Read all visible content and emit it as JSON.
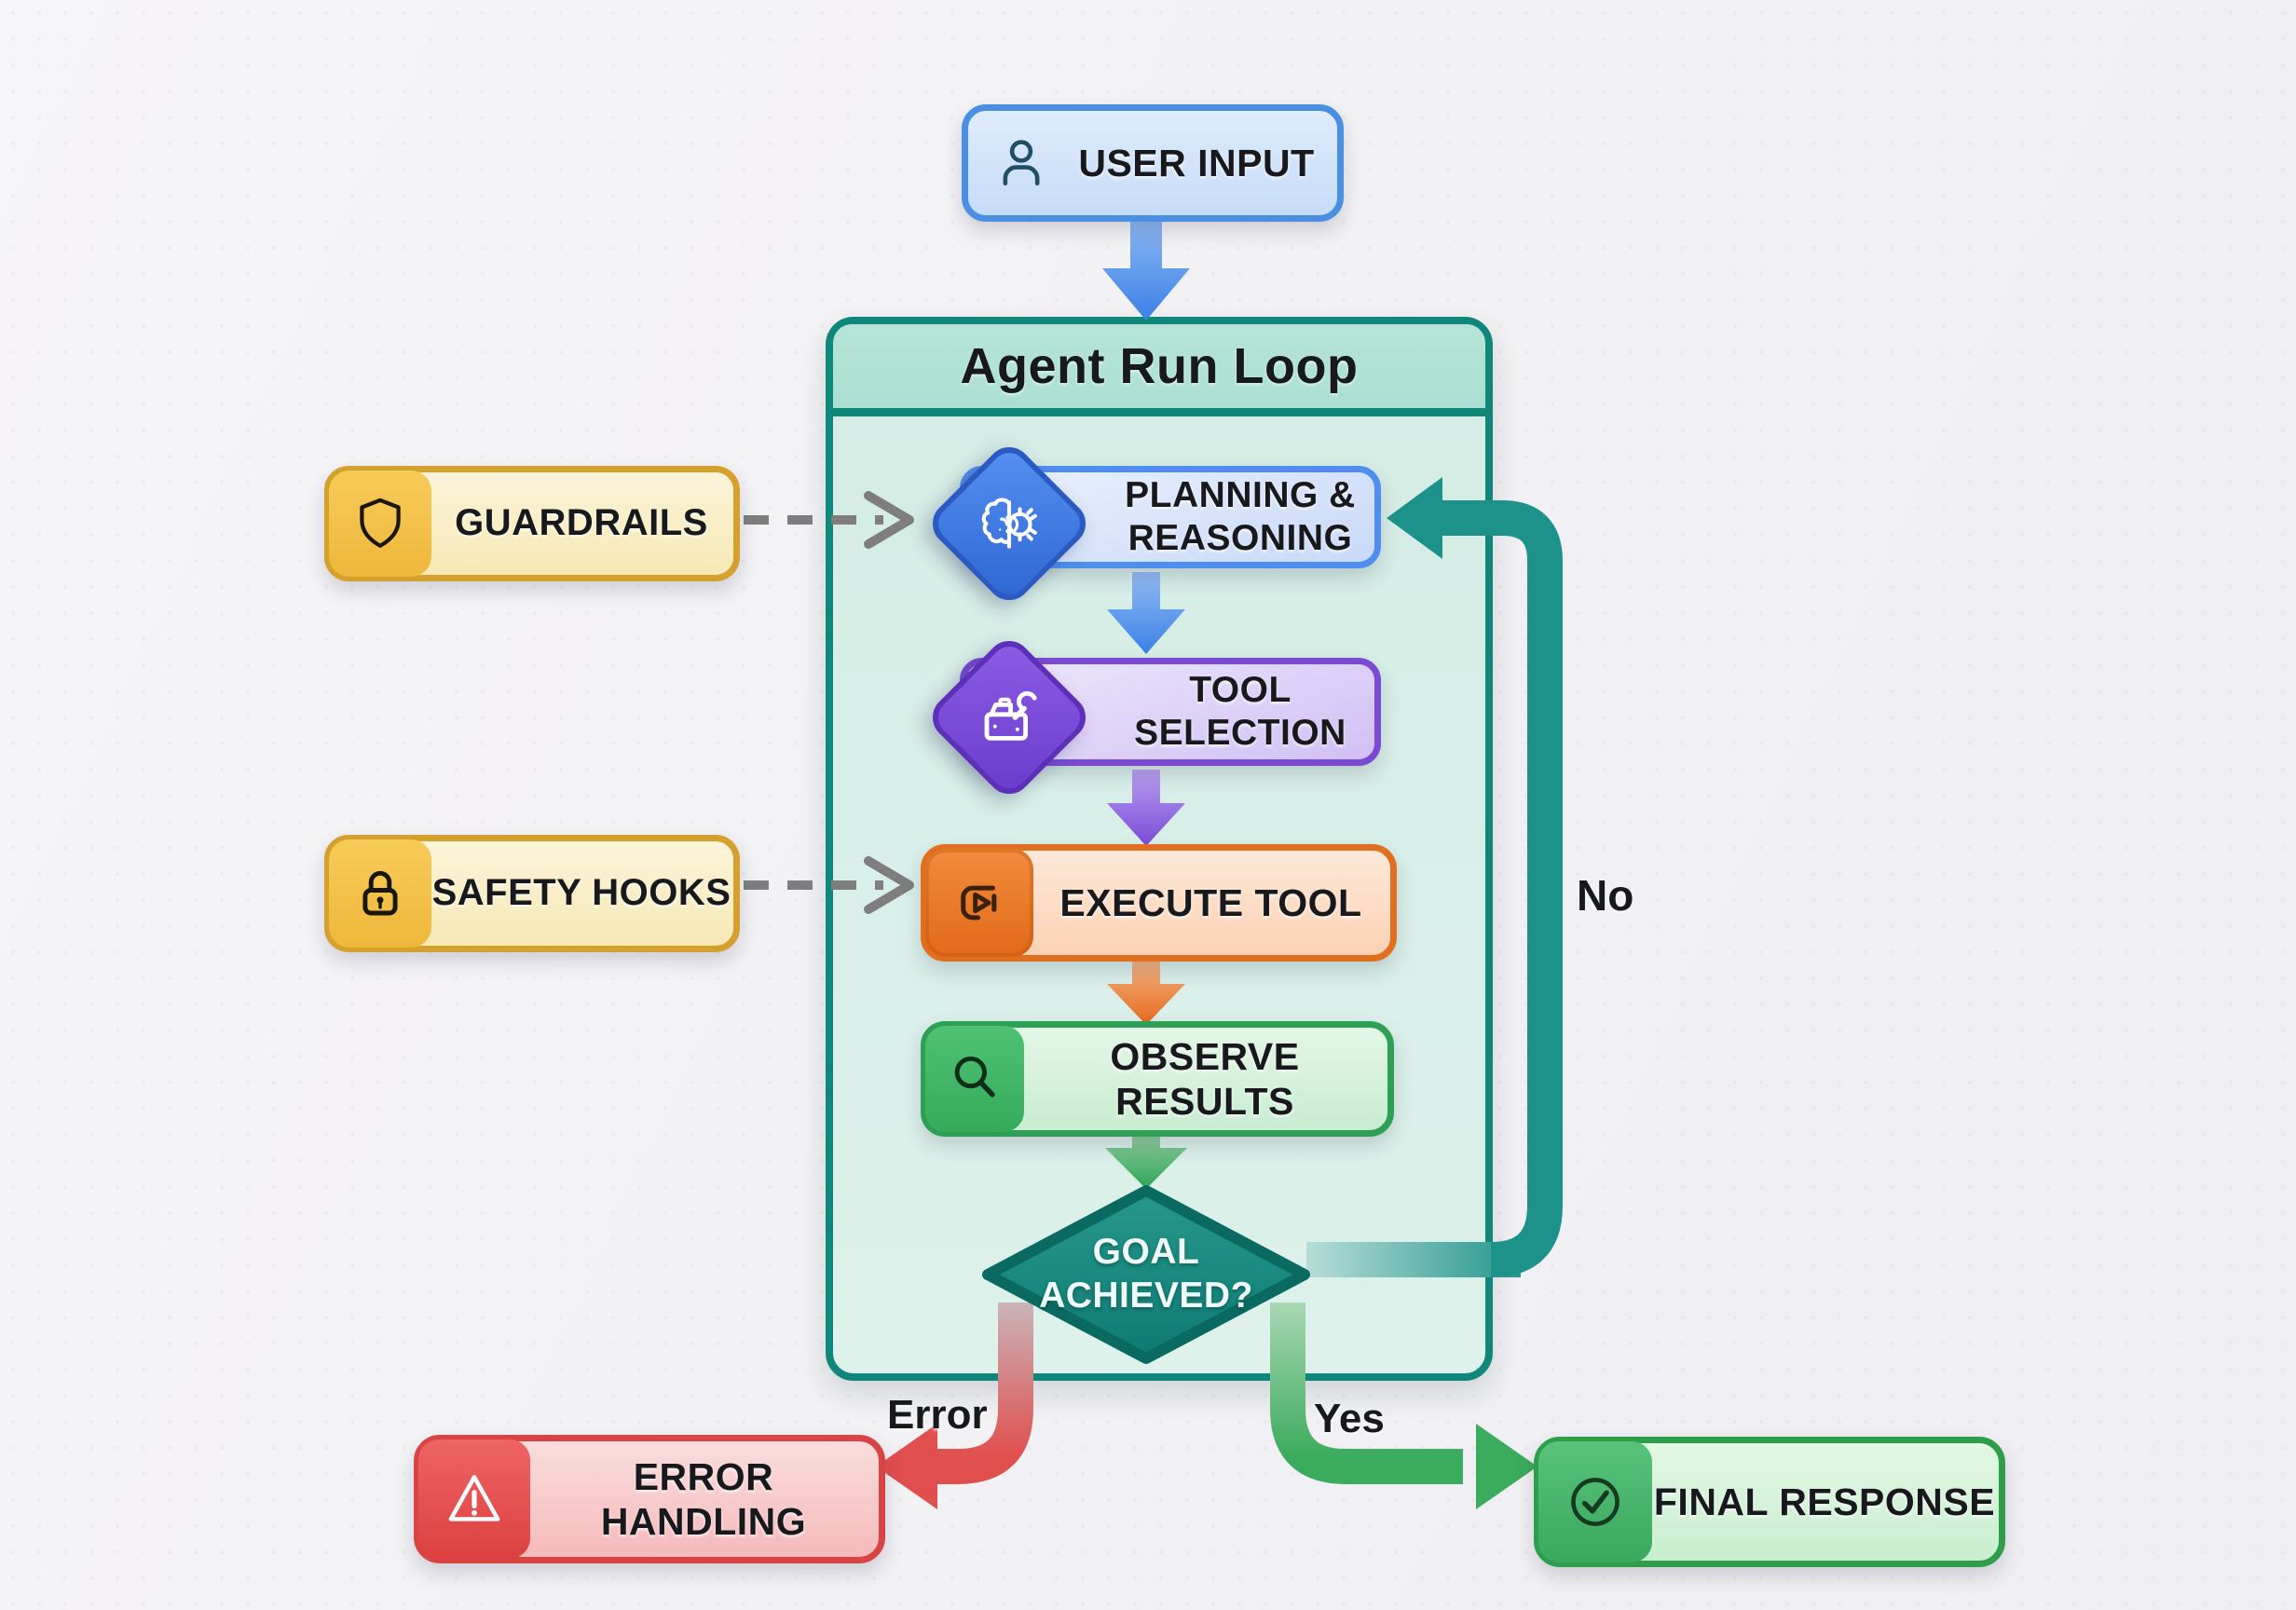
{
  "loop": {
    "title": "Agent Run Loop"
  },
  "nodes": {
    "user_input": {
      "label": "USER INPUT",
      "icon": "user-icon"
    },
    "planning": {
      "line1": "PLANNING &",
      "line2": "REASONING",
      "icon": "brain-gear-icon"
    },
    "tool_selection": {
      "line1": "TOOL",
      "line2": "SELECTION",
      "icon": "toolbox-icon"
    },
    "execute_tool": {
      "label": "EXECUTE TOOL",
      "icon": "play-icon"
    },
    "observe_results": {
      "label": "OBSERVE RESULTS",
      "icon": "search-icon"
    },
    "goal_achieved": {
      "line1": "GOAL",
      "line2": "ACHIEVED?"
    },
    "guardrails": {
      "label": "GUARDRAILS",
      "icon": "shield-icon"
    },
    "safety_hooks": {
      "label": "SAFETY HOOKS",
      "icon": "lock-icon"
    },
    "error_handling": {
      "label": "ERROR HANDLING",
      "icon": "warning-icon"
    },
    "final_response": {
      "label": "FINAL RESPONSE",
      "icon": "check-circle-icon"
    }
  },
  "edge_labels": {
    "no": "No",
    "yes": "Yes",
    "error": "Error"
  },
  "colors": {
    "background": "#f3f2f5",
    "loop_border": "#11867b",
    "loop_header_bg": "#abdfd3",
    "loop_body_bg": "#d9efe9",
    "blue_accent": "#4a8fe2",
    "blue_diamond": "#3d79e0",
    "purple_accent": "#7a4ad2",
    "orange_accent": "#e0701f",
    "green_accent": "#2da055",
    "teal_path": "#1d928a",
    "goal_fill": "#15857c",
    "yellow_border": "#d4a12f",
    "red_border": "#d84343",
    "final_border": "#2f9e4a",
    "yes_path": "#3bab5d",
    "error_path": "#e14e4e",
    "dashed_arrow": "#7e7e7e",
    "text_dark": "#17191c"
  }
}
